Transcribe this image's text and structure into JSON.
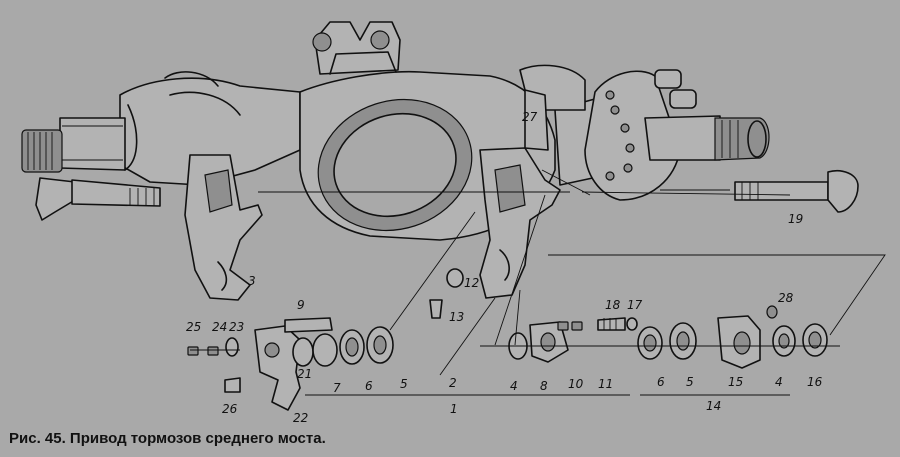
{
  "caption": "Рис. 45. Привод тормозов среднего моста.",
  "labels": [
    "1",
    "2",
    "3",
    "4",
    "4",
    "5",
    "5",
    "6",
    "6",
    "7",
    "8",
    "9",
    "10",
    "11",
    "12",
    "13",
    "14",
    "15",
    "16",
    "17",
    "18",
    "19",
    "21",
    "22",
    "23",
    "24",
    "25",
    "26",
    "27",
    "28"
  ]
}
